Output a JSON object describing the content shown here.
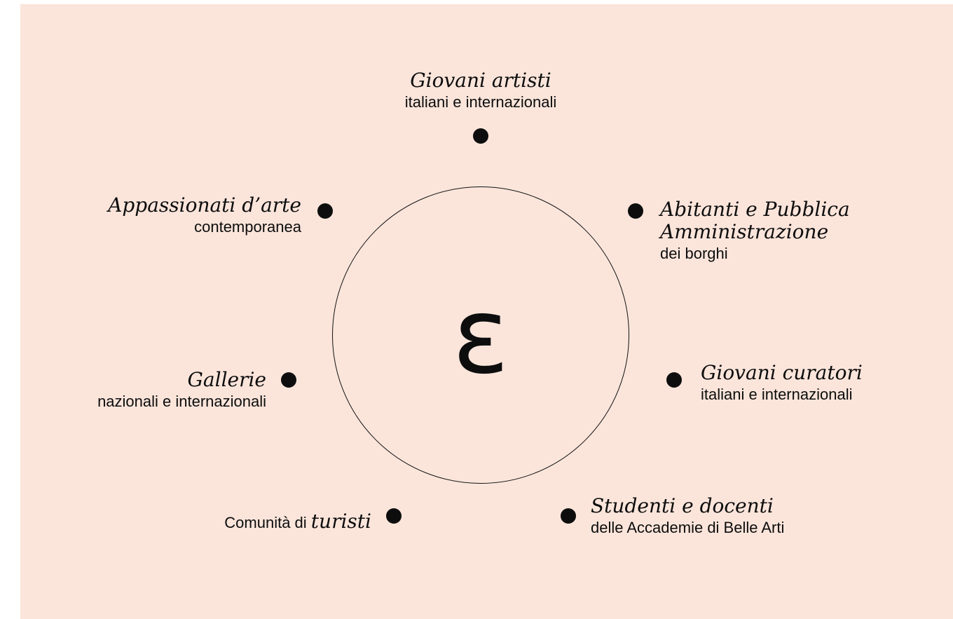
{
  "center": {
    "symbol": "ɛ"
  },
  "audiences": {
    "top": {
      "title": "Giovani artisti",
      "subtitle": "italiani e internazionali"
    },
    "upper_left": {
      "title": "Appassionati d’arte",
      "subtitle": "contemporanea"
    },
    "upper_right": {
      "title_line1": "Abitanti e Pubblica",
      "title_line2": "Amministrazione",
      "subtitle": "dei borghi"
    },
    "left": {
      "title": "Gallerie",
      "subtitle": "nazionali e internazionali"
    },
    "right": {
      "title": "Giovani curatori",
      "subtitle": "italiani e internazionali"
    },
    "lower_left": {
      "prefix": "Comunità di ",
      "title": "turisti"
    },
    "lower_right": {
      "title": "Studenti e docenti",
      "subtitle": "delle Accademie di Belle Arti"
    }
  }
}
